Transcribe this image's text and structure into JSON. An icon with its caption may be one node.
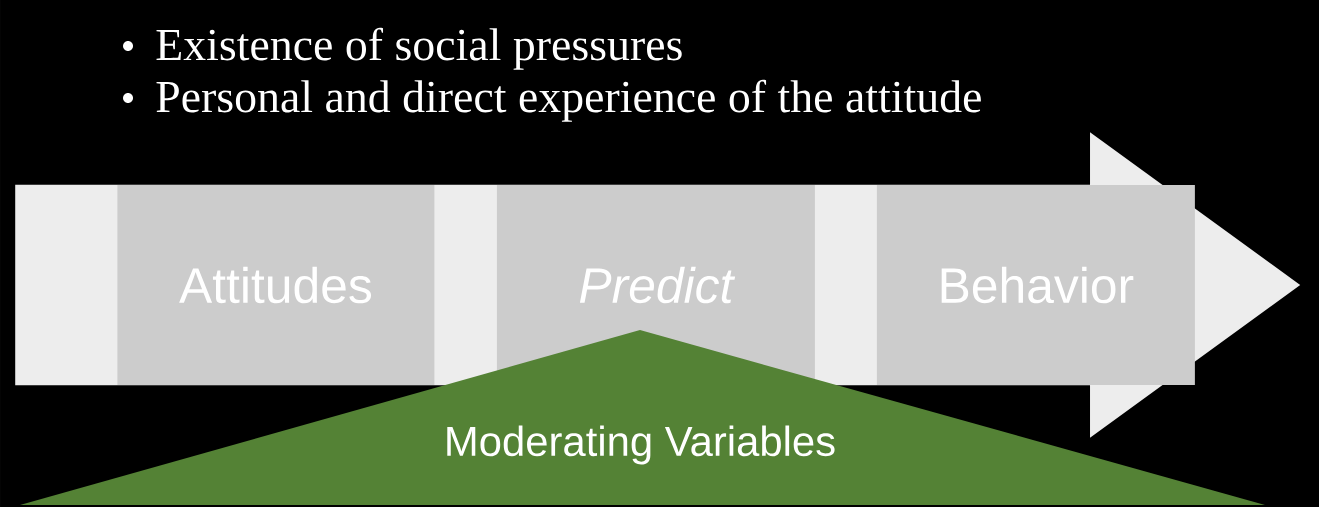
{
  "diagram": {
    "nodes": [
      {
        "text": [],
        "shape": "arrow"
      },
      {
        "text": [
          "Attitudes"
        ],
        "in": 0
      },
      {
        "text": [
          "Predict"
        ],
        "in": 0
      },
      {
        "text": [
          "Behavior"
        ],
        "in": 0
      },
      {
        "text": [
          "Moderating Variables"
        ]
      }
    ],
    "labels": [
      "Existence of social pressures",
      "Personal and direct experience of the attitude"
    ]
  }
}
